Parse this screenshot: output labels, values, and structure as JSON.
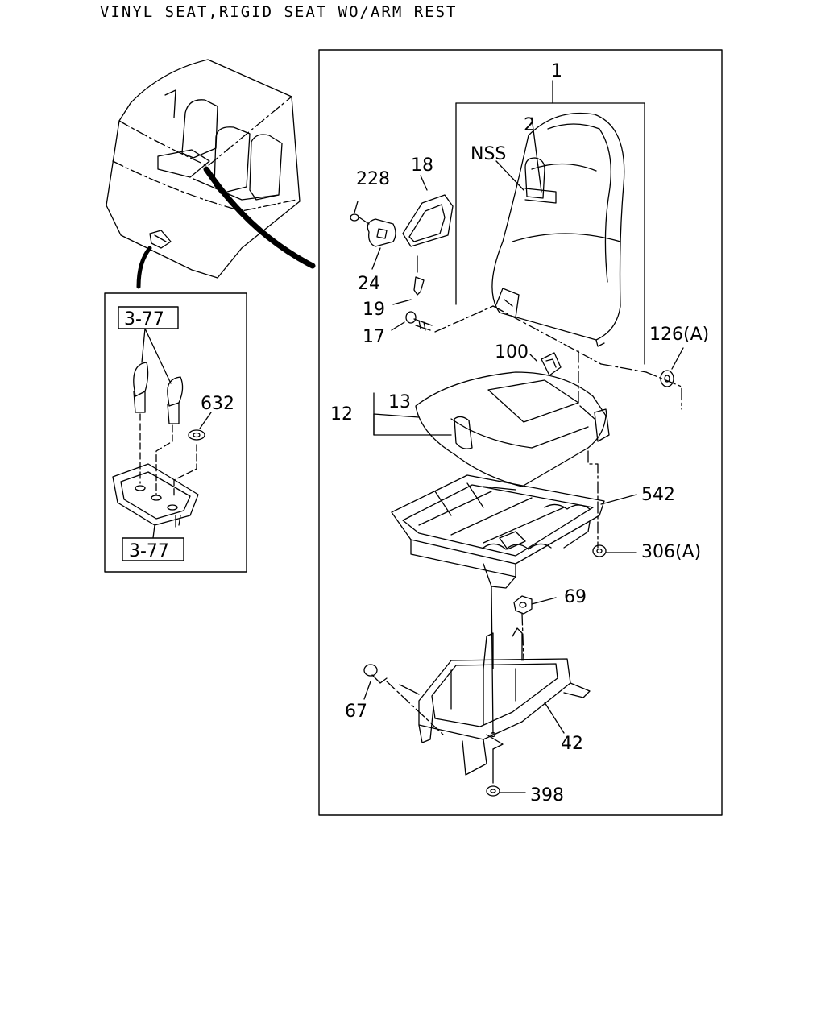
{
  "title": "VINYL SEAT,RIGID SEAT WO/ARM REST",
  "inset": {
    "ref_top": "3-77",
    "ref_bottom": "3-77",
    "part_632": "632"
  },
  "callouts": {
    "p1": "1",
    "p2": "2",
    "nss": "NSS",
    "p18": "18",
    "p228": "228",
    "p24": "24",
    "p19": "19",
    "p17": "17",
    "p100": "100",
    "p126a": "126(A)",
    "p13": "13",
    "p12": "12",
    "p542": "542",
    "p306a": "306(A)",
    "p69": "69",
    "p67": "67",
    "p42": "42",
    "p398": "398"
  }
}
